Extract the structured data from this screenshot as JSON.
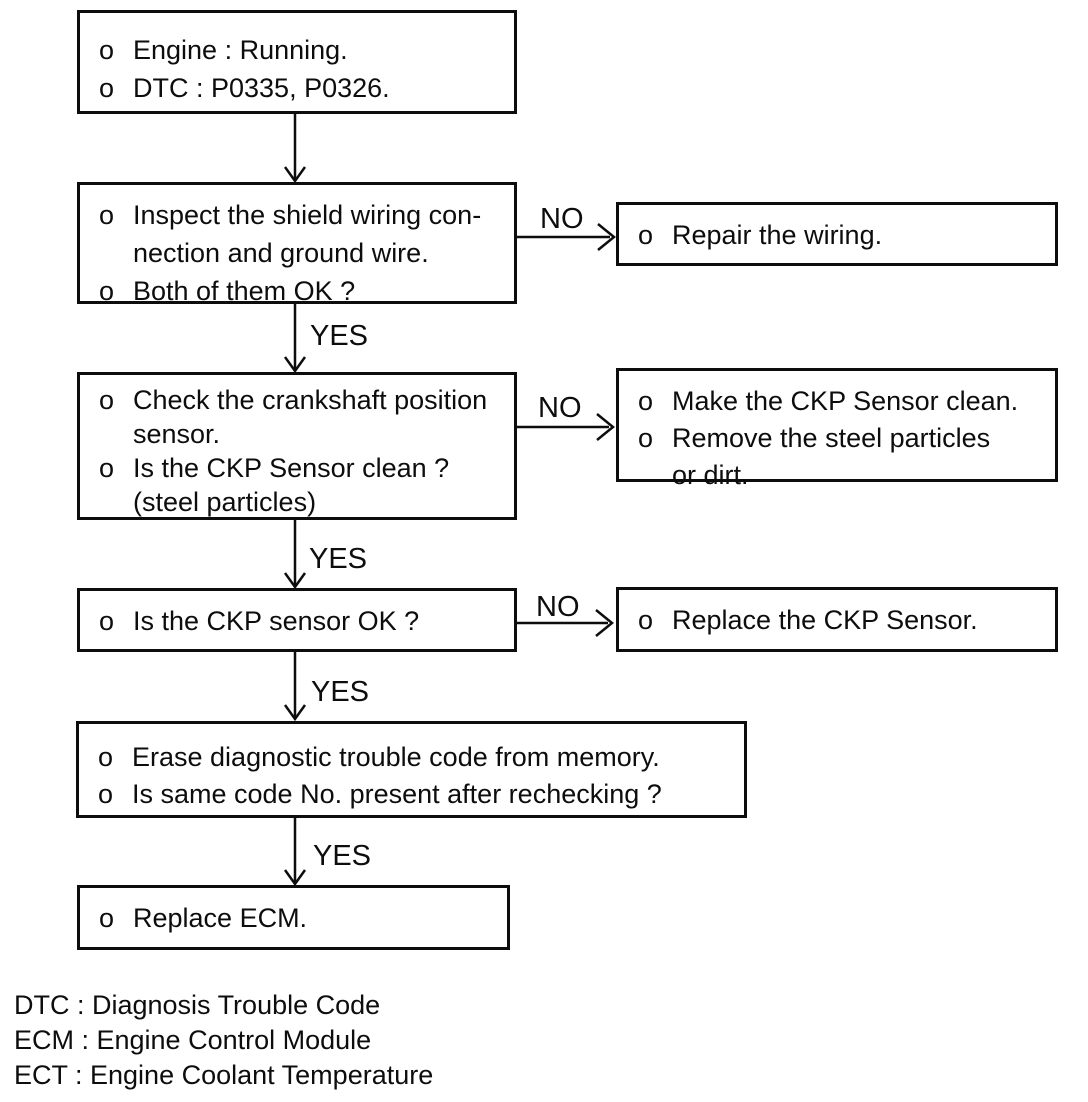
{
  "flowchart": {
    "colors": {
      "ink": "#0d0d0d",
      "background": "#ffffff"
    },
    "edge_labels": {
      "yes": "YES",
      "no": "NO"
    },
    "boxes": {
      "start": {
        "lines": [
          {
            "bullet": "o",
            "text": "Engine : Running."
          },
          {
            "bullet": "o",
            "text": "DTC : P0335, P0326."
          }
        ]
      },
      "inspect_wiring": {
        "lines": [
          {
            "bullet": "o",
            "text": "Inspect the shield wiring con-"
          },
          {
            "bullet": "",
            "text": "nection and ground wire."
          },
          {
            "bullet": "o",
            "text": "Both of them OK ?"
          }
        ]
      },
      "repair_wiring": {
        "lines": [
          {
            "bullet": "o",
            "text": "Repair the wiring."
          }
        ]
      },
      "check_ckp": {
        "lines": [
          {
            "bullet": "o",
            "text": "Check the crankshaft position"
          },
          {
            "bullet": "",
            "text": "sensor."
          },
          {
            "bullet": "o",
            "text": "Is the CKP Sensor clean ?"
          },
          {
            "bullet": "",
            "text": "(steel particles)"
          }
        ]
      },
      "clean_ckp": {
        "lines": [
          {
            "bullet": "o",
            "text": "Make the CKP Sensor clean."
          },
          {
            "bullet": "o",
            "text": "Remove the steel particles"
          },
          {
            "bullet": "",
            "text": "or dirt."
          }
        ]
      },
      "ckp_ok": {
        "lines": [
          {
            "bullet": "o",
            "text": "Is the CKP sensor OK ?"
          }
        ]
      },
      "replace_ckp": {
        "lines": [
          {
            "bullet": "o",
            "text": "Replace the CKP Sensor."
          }
        ]
      },
      "erase_dtc": {
        "lines": [
          {
            "bullet": "o",
            "text": "Erase diagnostic trouble code from memory."
          },
          {
            "bullet": "o",
            "text": "Is same code No. present after rechecking ?"
          }
        ]
      },
      "replace_ecm": {
        "lines": [
          {
            "bullet": "o",
            "text": "Replace ECM."
          }
        ]
      }
    },
    "legend": {
      "lines": [
        {
          "text": "DTC : Diagnosis Trouble Code"
        },
        {
          "text": "ECM : Engine Control Module"
        },
        {
          "text": "ECT : Engine Coolant Temperature"
        }
      ]
    }
  }
}
